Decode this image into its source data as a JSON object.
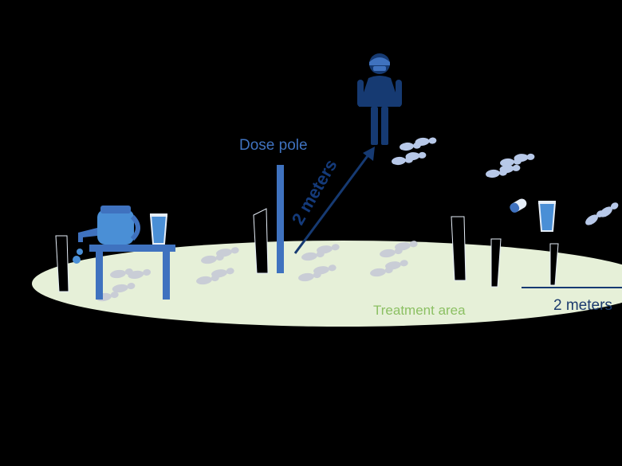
{
  "labels": {
    "dose_pole": "Dose pole",
    "distance_diagonal": "2 meters",
    "treatment_area": "Treatment area",
    "distance_horizontal": "2 meters"
  },
  "colors": {
    "background": "#000000",
    "ground": "#e6f0d8",
    "navy": "#163a72",
    "mid_blue": "#3f72bf",
    "light_blue": "#b7c8e8",
    "water": "#4a8fd6",
    "treatment_text": "#8cc063"
  },
  "icons": [
    "water-jar-icon",
    "glass-icon",
    "tablet-icon",
    "person-icon",
    "footprints-icon",
    "leg-icon"
  ]
}
